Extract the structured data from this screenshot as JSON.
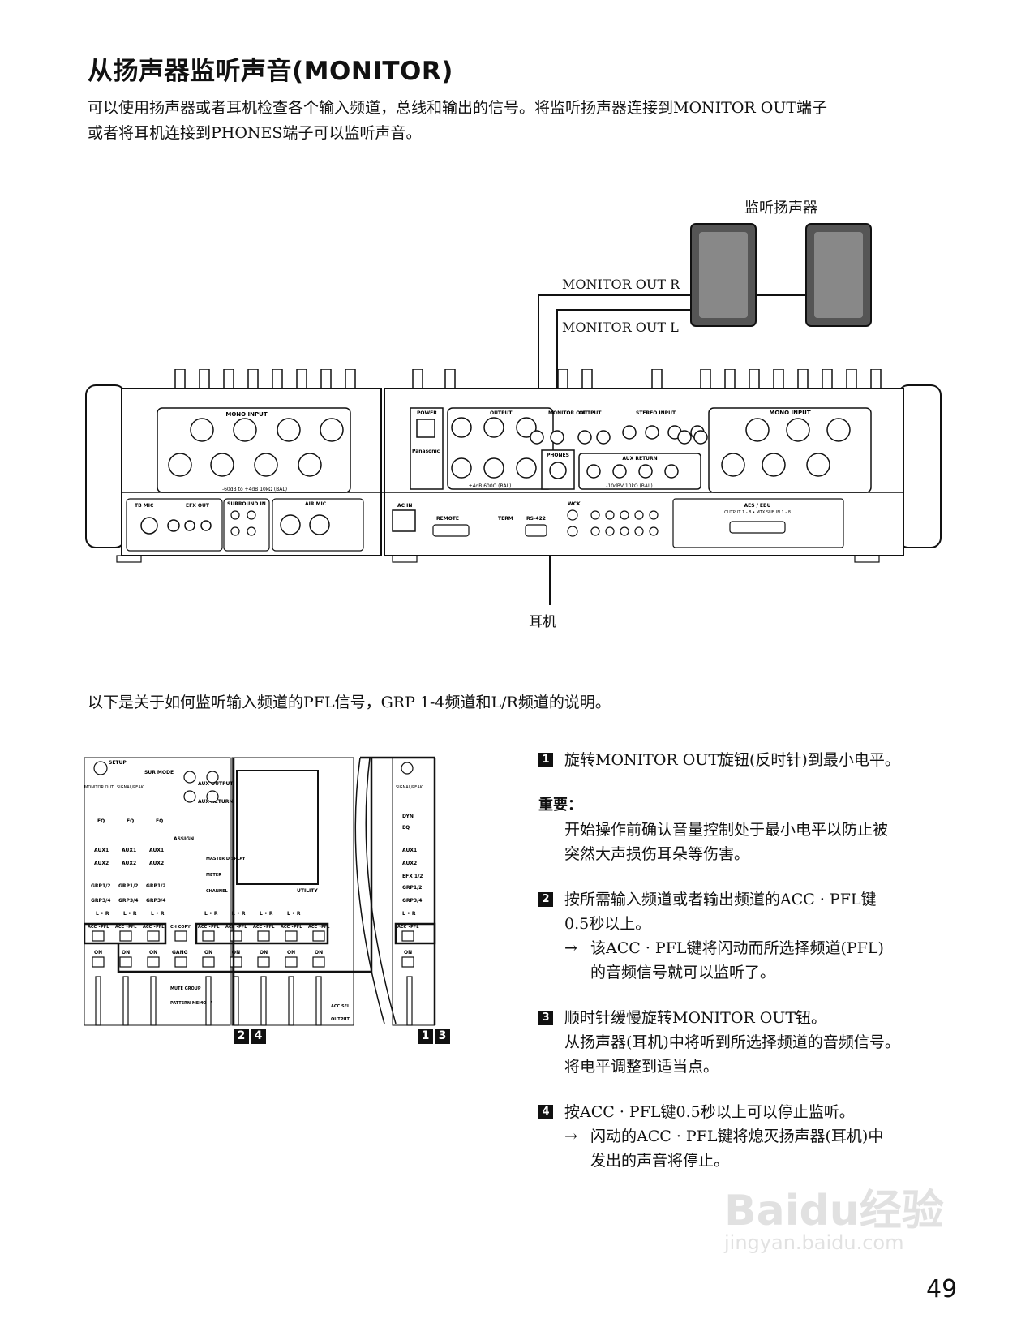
{
  "title": "从扬声器监听声音(MONITOR)",
  "intro": {
    "line1": "可以使用扬声器或者耳机检查各个输入频道，总线和输出的信号。将监听扬声器连接到MONITOR OUT端子",
    "line2": "或者将耳机连接到PHONES端子可以监听声音。"
  },
  "diagram1": {
    "speakers_label": "监听扬声器",
    "monitor_out_r": "MONITOR OUT R",
    "monitor_out_l": "MONITOR OUT L",
    "phones_label": "耳机",
    "panel": {
      "mono_input": "MONO INPUT",
      "output": "OUTPUT",
      "monitor_out": "MONITOR OUT",
      "stereo_input": "STEREO INPUT",
      "aux_return": "AUX RETURN",
      "phones": "PHONES",
      "power": "POWER",
      "brand": "Panasonic",
      "tb_mic": "TB MIC",
      "efx_out": "EFX OUT",
      "surround_in": "SURROUND IN",
      "air_mic": "AIR MIC",
      "ac_in": "AC IN",
      "remote": "REMOTE",
      "term": "TERM",
      "rs422": "RS-422",
      "wck": "WCK",
      "aes_ebu": "AES / EBU",
      "aes_sub": "OUTPUT 1 - 8 • MTX SUB IN 1 - 8",
      "level_mono": "-60dB to +4dB 10kΩ (BAL)",
      "level_out": "+4dB 600Ω (BAL)",
      "level_stereo": "-10dBV 10kΩ (BAL)"
    }
  },
  "subnote": "以下是关于如何监听输入频道的PFL信号，GRP 1-4频道和L/R频道的说明。",
  "diagram2": {
    "callout_left": [
      "2",
      "4"
    ],
    "callout_right": [
      "1",
      "3"
    ],
    "labels": {
      "setup": "SETUP",
      "sur_mode": "SUR MODE",
      "aux_output": "AUX OUTPUT",
      "aux_return": "AUX RETURN",
      "monitor_out": "MONITOR OUT",
      "signal_peak": "SIGNAL/PEAK",
      "eq": "EQ",
      "dyn": "DYN",
      "aux1": "AUX1",
      "aux2": "AUX2",
      "grp12": "GRP1/2",
      "grp34": "GRP3/4",
      "lr": "L • R",
      "acc_pfl": "ACC •PFL",
      "ch_copy": "CH COPY",
      "on": "ON",
      "gang": "GANG",
      "assign": "ASSIGN",
      "master_display": "MASTER DISPLAY",
      "meter": "METER",
      "channel": "CHANNEL",
      "utility": "UTILITY",
      "mute_group": "MUTE GROUP",
      "pattern_memory": "PATTERN MEMORY",
      "efx12": "EFX 1/2",
      "acc_sel": "ACC SEL",
      "output": "OUTPUT"
    }
  },
  "steps": [
    {
      "num": "1",
      "lines": [
        "旋转MONITOR OUT旋钮(反时针)到最小电平。"
      ],
      "arrow_lines": []
    },
    {
      "num": "2",
      "lines": [
        "按所需输入频道或者输出频道的ACC · PFL键",
        "0.5秒以上。"
      ],
      "arrow_lines": [
        "该ACC · PFL键将闪动而所选择频道(PFL)",
        "的音频信号就可以监听了。"
      ]
    },
    {
      "num": "3",
      "lines": [
        "顺时针缓慢旋转MONITOR OUT钮。",
        "从扬声器(耳机)中将听到所选择频道的音频信号。",
        "将电平调整到适当点。"
      ],
      "arrow_lines": []
    },
    {
      "num": "4",
      "lines": [
        "按ACC · PFL键0.5秒以上可以停止监听。"
      ],
      "arrow_lines": [
        "闪动的ACC · PFL键将熄灭扬声器(耳机)中",
        "发出的声音将停止。"
      ]
    }
  ],
  "important": {
    "title": "重要：",
    "lines": [
      "开始操作前确认音量控制处于最小电平以防止被",
      "突然大声损伤耳朵等伤害。"
    ]
  },
  "arrow_symbol": "→",
  "watermark": {
    "main": "Baidu经验",
    "sub": "jingyan.baidu.com"
  },
  "page_number": "49"
}
